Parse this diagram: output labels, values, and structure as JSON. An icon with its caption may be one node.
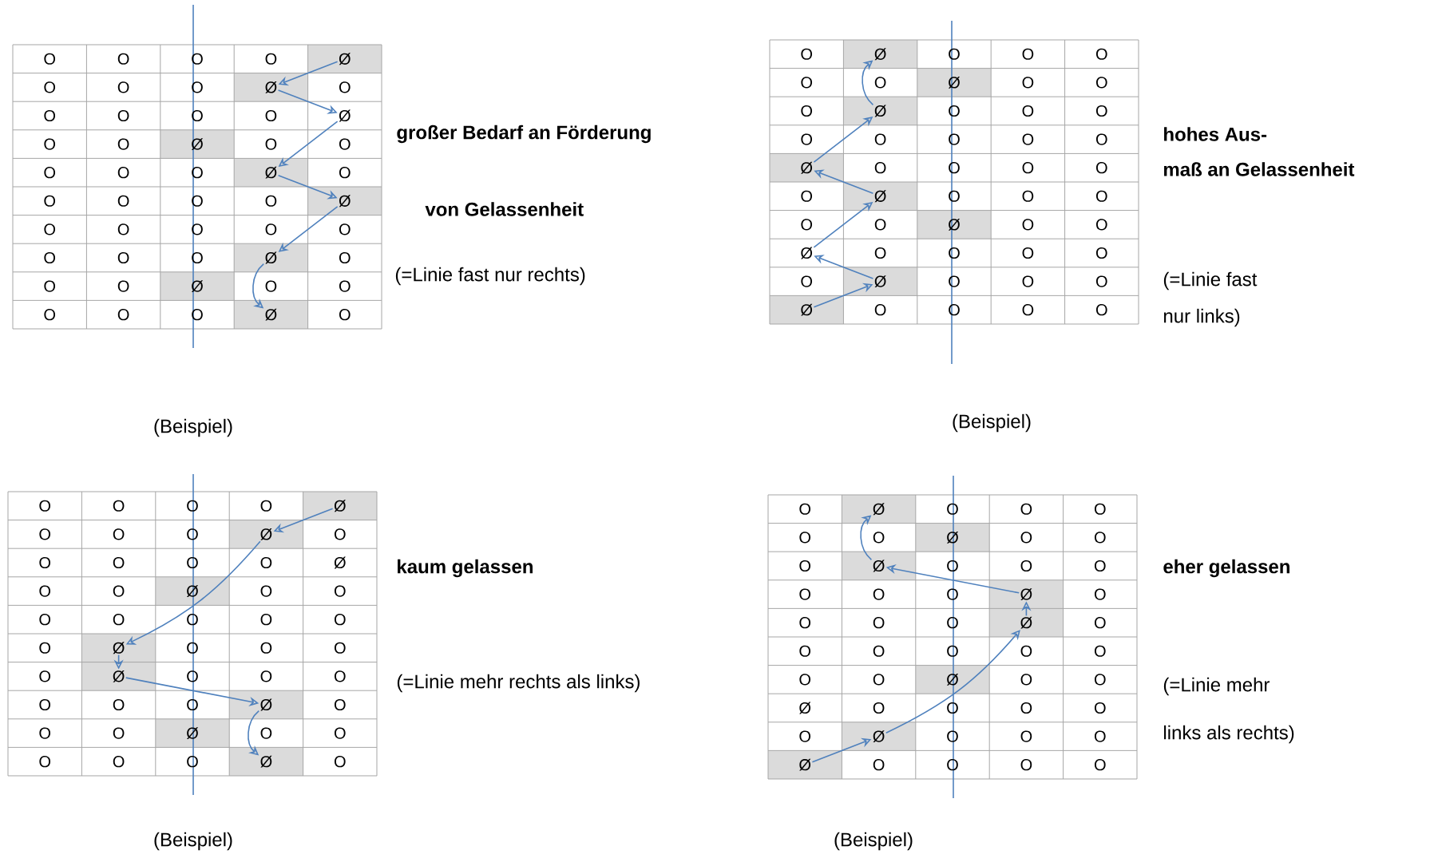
{
  "diagram": {
    "nodes": [
      {
        "text": [
          "O"
        ]
      },
      {
        "text": [
          "O"
        ]
      },
      {
        "text": [
          "O"
        ]
      },
      {
        "text": [
          "O"
        ]
      },
      {
        "text": [
          "Ø"
        ]
      },
      {
        "text": [
          "O"
        ]
      },
      {
        "text": [
          "O"
        ]
      },
      {
        "text": [
          "O"
        ]
      },
      {
        "text": [
          "Ø"
        ]
      },
      {
        "text": [
          "O"
        ]
      },
      {
        "text": [
          "O"
        ]
      },
      {
        "text": [
          "O"
        ]
      },
      {
        "text": [
          "O"
        ]
      },
      {
        "text": [
          "O"
        ]
      },
      {
        "text": [
          "Ø"
        ]
      },
      {
        "text": [
          "O"
        ]
      },
      {
        "text": [
          "O"
        ]
      },
      {
        "text": [
          "Ø"
        ]
      },
      {
        "text": [
          "O"
        ]
      },
      {
        "text": [
          "O"
        ]
      },
      {
        "text": [
          "O"
        ]
      },
      {
        "text": [
          "O"
        ]
      },
      {
        "text": [
          "O"
        ]
      },
      {
        "text": [
          "Ø"
        ]
      },
      {
        "text": [
          "O"
        ]
      },
      {
        "text": [
          "O"
        ]
      },
      {
        "text": [
          "O"
        ]
      },
      {
        "text": [
          "O"
        ]
      },
      {
        "text": [
          "O"
        ]
      },
      {
        "text": [
          "Ø"
        ]
      },
      {
        "text": [
          "O"
        ]
      },
      {
        "text": [
          "O"
        ]
      },
      {
        "text": [
          "O"
        ]
      },
      {
        "text": [
          "O"
        ]
      },
      {
        "text": [
          "O"
        ]
      },
      {
        "text": [
          "O"
        ]
      },
      {
        "text": [
          "O"
        ]
      },
      {
        "text": [
          "O"
        ]
      },
      {
        "text": [
          "Ø"
        ]
      },
      {
        "text": [
          "O"
        ]
      },
      {
        "text": [
          "O"
        ]
      },
      {
        "text": [
          "O"
        ]
      },
      {
        "text": [
          "Ø"
        ]
      },
      {
        "text": [
          "O"
        ]
      },
      {
        "text": [
          "O"
        ]
      },
      {
        "text": [
          "O"
        ]
      },
      {
        "text": [
          "O"
        ]
      },
      {
        "text": [
          "O"
        ]
      },
      {
        "text": [
          "Ø"
        ]
      },
      {
        "text": [
          "O"
        ]
      },
      {
        "text": [
          "O"
        ]
      },
      {
        "text": [
          "Ø"
        ]
      },
      {
        "text": [
          "O"
        ]
      },
      {
        "text": [
          "O"
        ]
      },
      {
        "text": [
          "O"
        ]
      },
      {
        "text": [
          "O"
        ]
      },
      {
        "text": [
          "O"
        ]
      },
      {
        "text": [
          "Ø"
        ]
      },
      {
        "text": [
          "O"
        ]
      },
      {
        "text": [
          "O"
        ]
      },
      {
        "text": [
          "O"
        ]
      },
      {
        "text": [
          "Ø"
        ]
      },
      {
        "text": [
          "O"
        ]
      },
      {
        "text": [
          "O"
        ]
      },
      {
        "text": [
          "O"
        ]
      },
      {
        "text": [
          "O"
        ]
      },
      {
        "text": [
          "O"
        ]
      },
      {
        "text": [
          "O"
        ]
      },
      {
        "text": [
          "O"
        ]
      },
      {
        "text": [
          "O"
        ]
      },
      {
        "text": [
          "Ø"
        ]
      },
      {
        "text": [
          "O"
        ]
      },
      {
        "text": [
          "O"
        ]
      },
      {
        "text": [
          "O"
        ]
      },
      {
        "text": [
          "O"
        ]
      },
      {
        "text": [
          "O"
        ]
      },
      {
        "text": [
          "Ø"
        ]
      },
      {
        "text": [
          "O"
        ]
      },
      {
        "text": [
          "O"
        ]
      },
      {
        "text": [
          "O"
        ]
      },
      {
        "text": [
          "O"
        ]
      },
      {
        "text": [
          "O"
        ]
      },
      {
        "text": [
          "Ø"
        ]
      },
      {
        "text": [
          "O"
        ]
      },
      {
        "text": [
          "O"
        ]
      },
      {
        "text": [
          "Ø"
        ]
      },
      {
        "text": [
          "O"
        ]
      },
      {
        "text": [
          "O"
        ]
      },
      {
        "text": [
          "O"
        ]
      },
      {
        "text": [
          "O"
        ]
      },
      {
        "text": [
          "O"
        ]
      },
      {
        "text": [
          "Ø"
        ]
      },
      {
        "text": [
          "O"
        ]
      },
      {
        "text": [
          "O"
        ]
      },
      {
        "text": [
          "O"
        ]
      },
      {
        "text": [
          "Ø"
        ]
      },
      {
        "text": [
          "O"
        ]
      },
      {
        "text": [
          "O"
        ]
      },
      {
        "text": [
          "O"
        ]
      },
      {
        "text": [
          "O"
        ]
      },
      {
        "text": [
          "O"
        ]
      },
      {
        "text": [
          "O"
        ]
      },
      {
        "text": [
          "O"
        ]
      },
      {
        "text": [
          "O"
        ]
      },
      {
        "text": [
          "Ø"
        ]
      },
      {
        "text": [
          "O"
        ]
      },
      {
        "text": [
          "O"
        ]
      },
      {
        "text": [
          "O"
        ]
      },
      {
        "text": [
          "Ø"
        ]
      },
      {
        "text": [
          "O"
        ]
      },
      {
        "text": [
          "O"
        ]
      },
      {
        "text": [
          "O"
        ]
      },
      {
        "text": [
          "O"
        ]
      },
      {
        "text": [
          "O"
        ]
      },
      {
        "text": [
          "Ø"
        ]
      },
      {
        "text": [
          "O"
        ]
      },
      {
        "text": [
          "O"
        ]
      },
      {
        "text": [
          "Ø"
        ]
      },
      {
        "text": [
          "O"
        ]
      },
      {
        "text": [
          "O"
        ]
      },
      {
        "text": [
          "O"
        ]
      },
      {
        "text": [
          "O"
        ]
      },
      {
        "text": [
          "O"
        ]
      },
      {
        "text": [
          "O"
        ]
      },
      {
        "text": [
          "O"
        ]
      },
      {
        "text": [
          "O"
        ]
      },
      {
        "text": [
          "Ø"
        ]
      },
      {
        "text": [
          "O"
        ]
      },
      {
        "text": [
          "O"
        ]
      },
      {
        "text": [
          "O"
        ]
      },
      {
        "text": [
          "O"
        ]
      },
      {
        "text": [
          "Ø"
        ]
      },
      {
        "text": [
          "O"
        ]
      },
      {
        "text": [
          "O"
        ]
      },
      {
        "text": [
          "O"
        ]
      },
      {
        "text": [
          "O"
        ]
      },
      {
        "text": [
          "O"
        ]
      },
      {
        "text": [
          "O"
        ]
      },
      {
        "text": [
          "Ø"
        ]
      },
      {
        "text": [
          "O"
        ]
      },
      {
        "text": [
          "O"
        ]
      },
      {
        "text": [
          "O"
        ]
      },
      {
        "text": [
          "Ø"
        ]
      },
      {
        "text": [
          "O"
        ]
      },
      {
        "text": [
          "O"
        ]
      },
      {
        "text": [
          "O"
        ]
      },
      {
        "text": [
          "O"
        ]
      },
      {
        "text": [
          "O"
        ]
      },
      {
        "text": [
          "Ø"
        ]
      },
      {
        "text": [
          "O"
        ]
      },
      {
        "text": [
          "O"
        ]
      },
      {
        "text": [
          "Ø"
        ]
      },
      {
        "text": [
          "O"
        ]
      },
      {
        "text": [
          "O"
        ]
      },
      {
        "text": [
          "O"
        ]
      },
      {
        "text": [
          "O"
        ]
      },
      {
        "text": [
          "O"
        ]
      },
      {
        "text": [
          "Ø"
        ]
      },
      {
        "text": [
          "O"
        ]
      },
      {
        "text": [
          "O"
        ]
      },
      {
        "text": [
          "O"
        ]
      },
      {
        "text": [
          "Ø"
        ]
      },
      {
        "text": [
          "O"
        ]
      },
      {
        "text": [
          "O"
        ]
      },
      {
        "text": [
          "O"
        ]
      },
      {
        "text": [
          "O"
        ]
      },
      {
        "text": [
          "O"
        ]
      },
      {
        "text": [
          "O"
        ]
      },
      {
        "text": [
          "Ø"
        ]
      },
      {
        "text": [
          "O"
        ]
      },
      {
        "text": [
          "O"
        ]
      },
      {
        "text": [
          "O"
        ]
      },
      {
        "text": [
          "O"
        ]
      },
      {
        "text": [
          "Ø"
        ]
      },
      {
        "text": [
          "O"
        ]
      },
      {
        "text": [
          "O"
        ]
      },
      {
        "text": [
          "O"
        ]
      },
      {
        "text": [
          "O"
        ]
      },
      {
        "text": [
          "O"
        ]
      },
      {
        "text": [
          "O"
        ]
      },
      {
        "text": [
          "O"
        ]
      },
      {
        "text": [
          "O"
        ]
      },
      {
        "text": [
          "Ø"
        ]
      },
      {
        "text": [
          "O"
        ]
      },
      {
        "text": [
          "O"
        ]
      },
      {
        "text": [
          "Ø"
        ]
      },
      {
        "text": [
          "O"
        ]
      },
      {
        "text": [
          "O"
        ]
      },
      {
        "text": [
          "O"
        ]
      },
      {
        "text": [
          "O"
        ]
      },
      {
        "text": [
          "O"
        ]
      },
      {
        "text": [
          "Ø"
        ]
      },
      {
        "text": [
          "O"
        ]
      },
      {
        "text": [
          "O"
        ]
      },
      {
        "text": [
          "O"
        ]
      },
      {
        "text": [
          "Ø"
        ]
      },
      {
        "text": [
          "O"
        ]
      },
      {
        "text": [
          "O"
        ]
      },
      {
        "text": [
          "O"
        ]
      },
      {
        "text": [
          "O"
        ]
      }
    ],
    "edges": [
      {
        "from": 4,
        "to": 8,
        "arrow": "to"
      },
      {
        "from": 8,
        "to": 14,
        "arrow": "to"
      },
      {
        "from": 14,
        "to": 23,
        "arrow": "to"
      },
      {
        "from": 23,
        "to": 29,
        "arrow": "to"
      },
      {
        "from": 29,
        "to": 38,
        "arrow": "to"
      },
      {
        "from": 38,
        "to": 48,
        "arrow": "to"
      },
      {
        "from": 95,
        "to": 91,
        "arrow": "to"
      },
      {
        "from": 91,
        "to": 85,
        "arrow": "to"
      },
      {
        "from": 85,
        "to": 76,
        "arrow": "to"
      },
      {
        "from": 76,
        "to": 70,
        "arrow": "to"
      },
      {
        "from": 70,
        "to": 61,
        "arrow": "to"
      },
      {
        "from": 61,
        "to": 51,
        "arrow": "to"
      },
      {
        "from": 104,
        "to": 108,
        "arrow": "to"
      },
      {
        "from": 108,
        "to": 126,
        "arrow": "to"
      },
      {
        "from": 126,
        "to": 131,
        "arrow": "to"
      },
      {
        "from": 131,
        "to": 138,
        "arrow": "to"
      },
      {
        "from": 138,
        "to": 148,
        "arrow": "to"
      },
      {
        "from": 195,
        "to": 191,
        "arrow": "to"
      },
      {
        "from": 191,
        "to": 173,
        "arrow": "to"
      },
      {
        "from": 173,
        "to": 168,
        "arrow": "to"
      },
      {
        "from": 168,
        "to": 161,
        "arrow": "to"
      },
      {
        "from": 161,
        "to": 151,
        "arrow": "to"
      }
    ],
    "labels": [
      "großer Bedarf an Förderung",
      "von Gelassenheit",
      "(=Linie fast nur rechts)",
      "hohes Aus-",
      "maß an Gelassenheit",
      "(=Linie fast",
      "nur links)",
      "(Beispiel)",
      "(Beispiel)",
      "kaum gelassen",
      "(=Linie mehr rechts als links)",
      "eher gelassen",
      "(=Linie mehr",
      "links als rechts)",
      "(Beispiel)",
      "(Beispiel)"
    ]
  }
}
